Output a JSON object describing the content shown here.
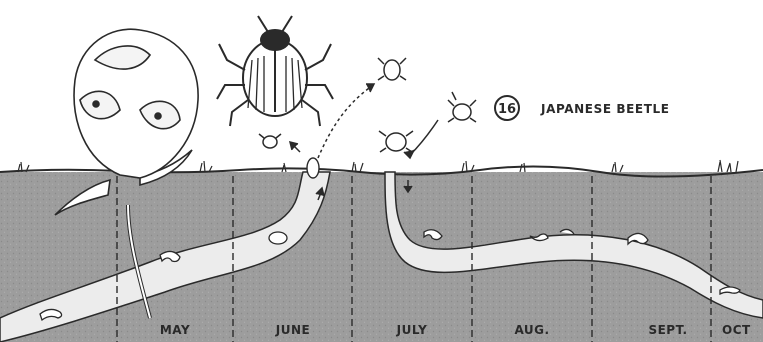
{
  "figure": {
    "number": "16",
    "title": "JAPANESE BEETLE"
  },
  "months": [
    "MAY",
    "JUNE",
    "JULY",
    "AUG.",
    "SEPT.",
    "OCT"
  ],
  "colors": {
    "soil": "#9d9d9d",
    "soil_dark": "#8a8a8a",
    "tunnel": "#ececec",
    "ink": "#2a2a2a",
    "paper": "#ffffff"
  }
}
